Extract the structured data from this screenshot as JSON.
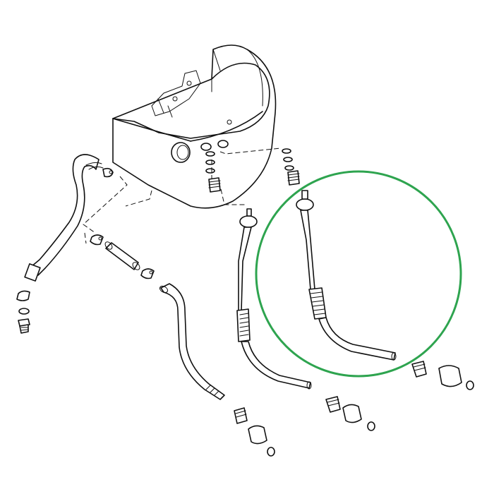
{
  "highlight": {
    "color": "#2ea44f"
  },
  "parts": [
    "tank",
    "filler-neck",
    "left-return-hose",
    "left-drain-plug",
    "center-tube",
    "center-rubber-hose",
    "center-elbow",
    "right-fuel-pipe",
    "highlighted-fuel-pipe",
    "connector-fitting",
    "hose-clamps",
    "o-rings"
  ],
  "icons": {
    "hose-clamp": "hose-clamp-icon",
    "o-ring": "o-ring-icon",
    "fitting": "fitting-icon"
  }
}
